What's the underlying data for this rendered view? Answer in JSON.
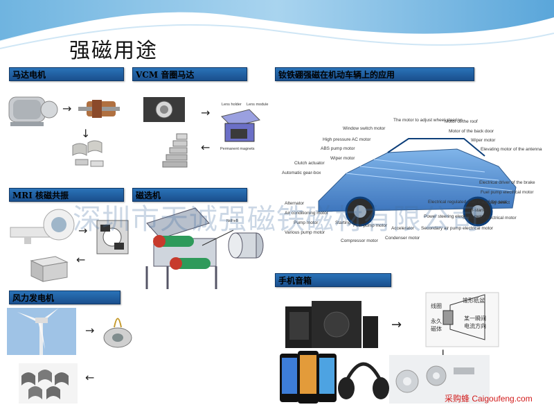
{
  "slide": {
    "title": "强磁用途",
    "watermark": "深圳市天诚强磁铁磁材有限公司",
    "footer": "采购蜂 Caigoufeng.com"
  },
  "sections": {
    "motor": "马达电机",
    "vcm": "VCM 音圈马达",
    "auto": "钕铁硼强磁在机动车辆上的应用",
    "mri": "MRI 核磁共振",
    "separator": "磁选机",
    "wind": "风力发电机",
    "phone": "手机音箱"
  },
  "vcm_labels": {
    "lens_holder": "Lens holder",
    "lens_module": "Lens module",
    "magnets": "Permanent magnets"
  },
  "separator_labels": {
    "ndfeb": "NdFeB"
  },
  "speaker_labels": {
    "l1": "线圈",
    "l2": "锥形纸盆",
    "l3": "永久",
    "l4": "磁体",
    "l5": "某一瞬间",
    "l6": "电流方向"
  },
  "car_callouts": [
    "The motor to adjust wheel steering",
    "Motor of the roof",
    "Window switch motor",
    "Motor of the back door",
    "High pressure AC motor",
    "Wiper motor",
    "ABS pump motor",
    "Elevating motor of the antenna",
    "Wiper motor",
    "Clutch actuator",
    "Automatic gear-box",
    "Electrical driver of the brake",
    "Fuel pump electrical motor",
    "Alternator",
    "Air conditioning motor",
    "Pump motor",
    "Starting motor",
    "Fuel pump motor",
    "Electrical regulated machine of the seat",
    "Power steering electrical motor",
    "Accelerator",
    "Secondary air pump electrical motor",
    "Self-starter",
    "Compressor motor",
    "Condenser motor",
    "Various pump motor",
    "Air bag detect",
    "Self-starter electrical motor"
  ]
}
